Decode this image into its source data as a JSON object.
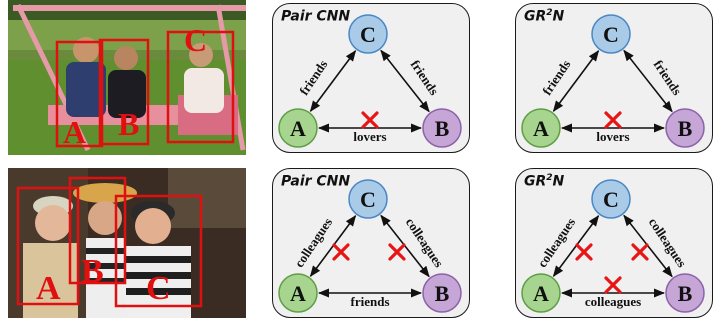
{
  "photos": {
    "top": {
      "bbox_labels": [
        "A",
        "B",
        "C"
      ]
    },
    "bottom": {
      "bbox_labels": [
        "A",
        "B",
        "C"
      ]
    }
  },
  "panels": [
    {
      "title": "Pair CNN",
      "title_sup": "",
      "title_tail": "",
      "nodes": {
        "c": "C",
        "a": "A",
        "b": "B"
      },
      "edges": {
        "ca": "friends",
        "cb": "friends",
        "ab": "lovers"
      },
      "wrong": [
        "ab"
      ]
    },
    {
      "title": "GR",
      "title_sup": "2",
      "title_tail": "N",
      "nodes": {
        "c": "C",
        "a": "A",
        "b": "B"
      },
      "edges": {
        "ca": "friends",
        "cb": "friends",
        "ab": "lovers"
      },
      "wrong": [
        "ab"
      ]
    },
    {
      "title": "Pair CNN",
      "title_sup": "",
      "title_tail": "",
      "nodes": {
        "c": "C",
        "a": "A",
        "b": "B"
      },
      "edges": {
        "ca": "colleagues",
        "cb": "colleagues",
        "ab": "friends"
      },
      "wrong": [
        "ca",
        "cb"
      ]
    },
    {
      "title": "GR",
      "title_sup": "2",
      "title_tail": "N",
      "nodes": {
        "c": "C",
        "a": "A",
        "b": "B"
      },
      "edges": {
        "ca": "colleagues",
        "cb": "colleagues",
        "ab": "colleagues"
      },
      "wrong": [
        "ca",
        "cb",
        "ab"
      ]
    }
  ],
  "colors": {
    "node_c": "#a9cbe8",
    "node_a": "#a7d58f",
    "node_b": "#c6a6d6",
    "panel_bg": "#f0f0f0",
    "cross": "#e81515",
    "bbox": "#e01010"
  }
}
